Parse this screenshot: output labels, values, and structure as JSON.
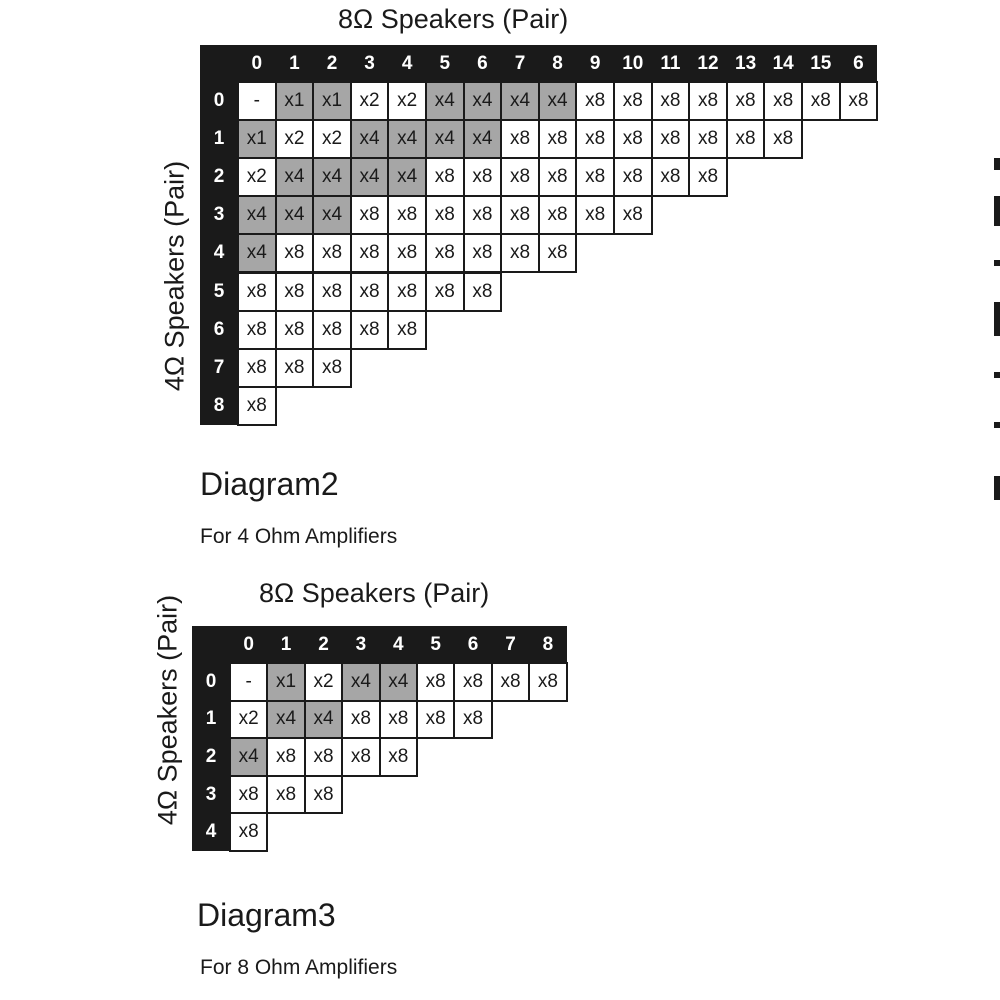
{
  "diagrams": [
    {
      "top_label": "8Ω Speakers (Pair)",
      "side_label": "4Ω Speakers (Pair)",
      "title": "Diagram2",
      "subtitle": "For 4 Ohm Amplifiers",
      "col_headers": [
        "0",
        "1",
        "2",
        "3",
        "4",
        "5",
        "6",
        "7",
        "8",
        "9",
        "10",
        "11",
        "12",
        "13",
        "14",
        "15",
        "6"
      ],
      "row_headers": [
        "0",
        "1",
        "2",
        "3",
        "4",
        "5",
        "6",
        "7",
        "8"
      ],
      "rows": [
        [
          "-",
          "x1",
          "x1",
          "x2",
          "x2",
          "x4",
          "x4",
          "x4",
          "x4",
          "x8",
          "x8",
          "x8",
          "x8",
          "x8",
          "x8",
          "x8",
          "x8"
        ],
        [
          "x1",
          "x2",
          "x2",
          "x4",
          "x4",
          "x4",
          "x4",
          "x8",
          "x8",
          "x8",
          "x8",
          "x8",
          "x8",
          "x8",
          "x8"
        ],
        [
          "x2",
          "x4",
          "x4",
          "x4",
          "x4",
          "x8",
          "x8",
          "x8",
          "x8",
          "x8",
          "x8",
          "x8",
          "x8"
        ],
        [
          "x4",
          "x4",
          "x4",
          "x8",
          "x8",
          "x8",
          "x8",
          "x8",
          "x8",
          "x8",
          "x8"
        ],
        [
          "x4",
          "x8",
          "x8",
          "x8",
          "x8",
          "x8",
          "x8",
          "x8",
          "x8"
        ],
        [
          "x8",
          "x8",
          "x8",
          "x8",
          "x8",
          "x8",
          "x8"
        ],
        [
          "x8",
          "x8",
          "x8",
          "x8",
          "x8"
        ],
        [
          "x8",
          "x8",
          "x8"
        ],
        [
          "x8"
        ]
      ],
      "shaded": [
        [
          1,
          2,
          5,
          6,
          7,
          8
        ],
        [
          0,
          3,
          4,
          5,
          6
        ],
        [
          1,
          2,
          3,
          4
        ],
        [
          0,
          1,
          2
        ],
        [
          0
        ],
        [],
        [],
        [],
        []
      ]
    },
    {
      "top_label": "8Ω Speakers (Pair)",
      "side_label": "4Ω Speakers (Pair)",
      "title": "Diagram3",
      "subtitle": "For 8 Ohm Amplifiers",
      "col_headers": [
        "0",
        "1",
        "2",
        "3",
        "4",
        "5",
        "6",
        "7",
        "8"
      ],
      "row_headers": [
        "0",
        "1",
        "2",
        "3",
        "4"
      ],
      "rows": [
        [
          "-",
          "x1",
          "x2",
          "x4",
          "x4",
          "x8",
          "x8",
          "x8",
          "x8"
        ],
        [
          "x2",
          "x4",
          "x4",
          "x8",
          "x8",
          "x8",
          "x8"
        ],
        [
          "x4",
          "x8",
          "x8",
          "x8",
          "x8"
        ],
        [
          "x8",
          "x8",
          "x8"
        ],
        [
          "x8"
        ]
      ],
      "shaded": [
        [
          1,
          3,
          4
        ],
        [
          1,
          2
        ],
        [
          0
        ],
        [],
        []
      ]
    }
  ]
}
